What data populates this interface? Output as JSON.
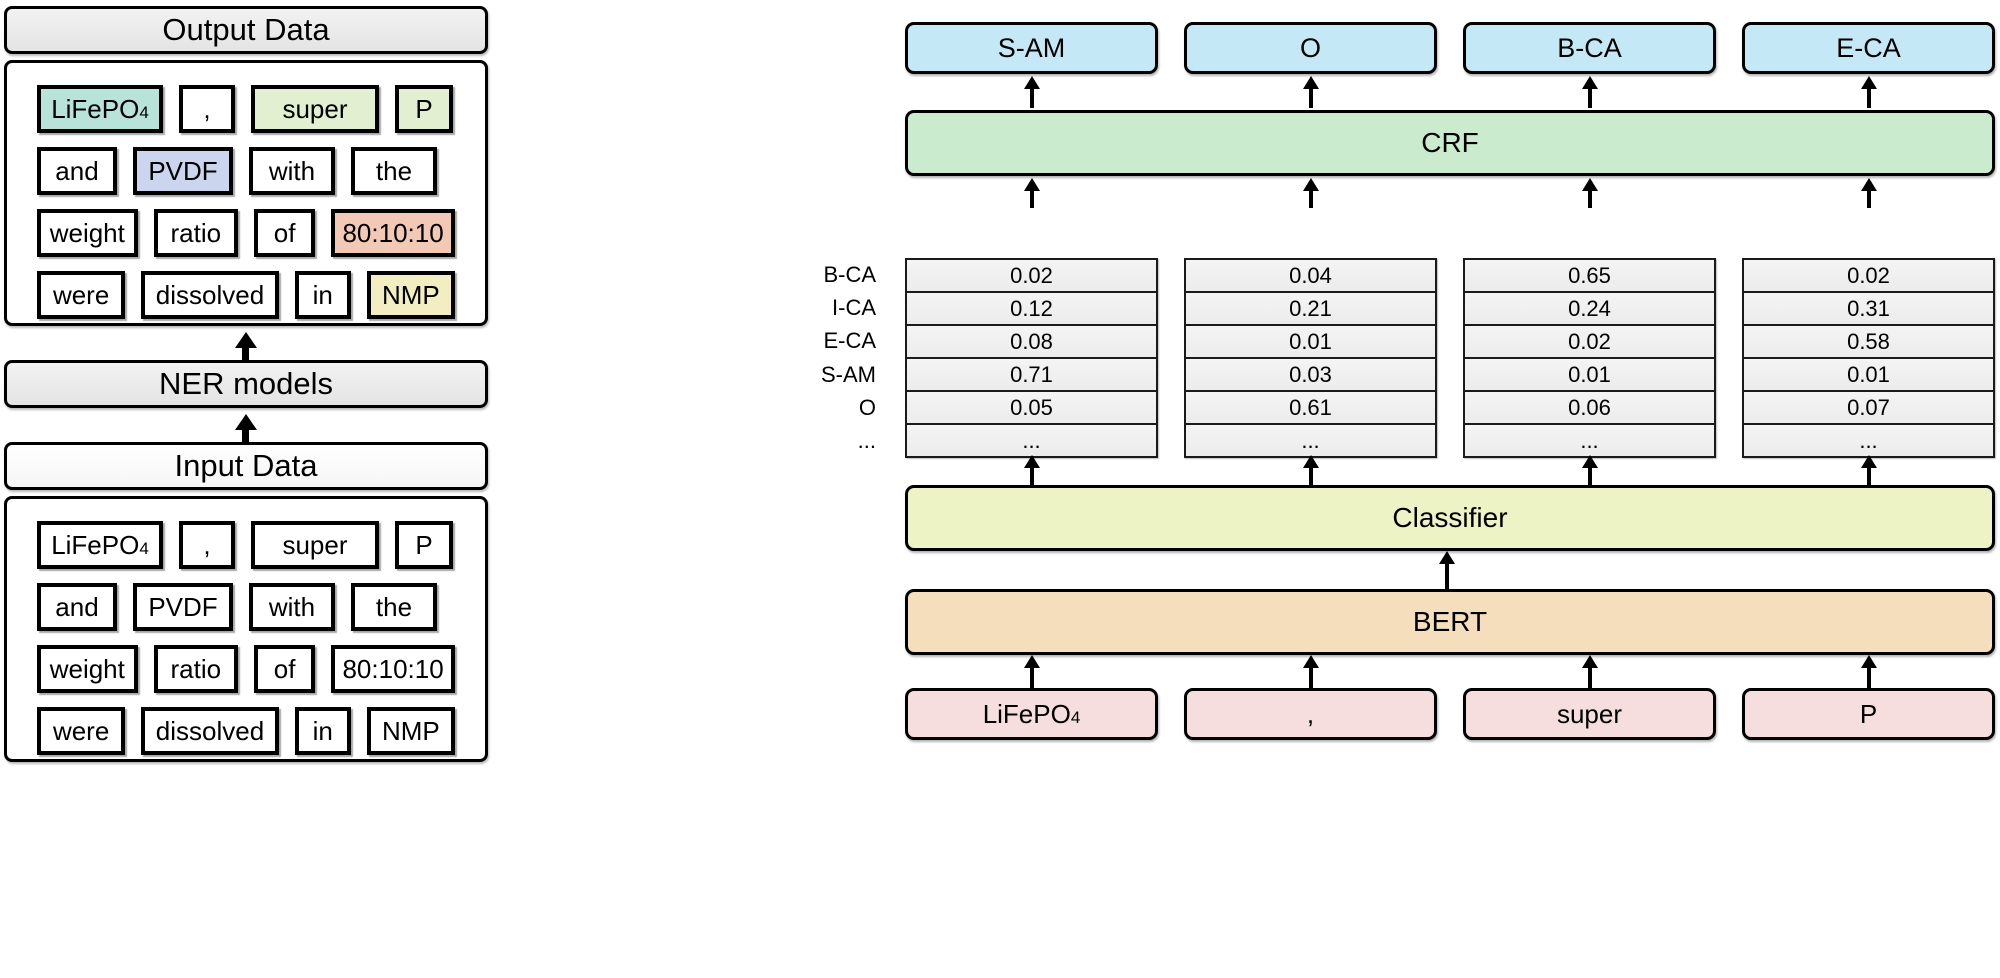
{
  "left_pipeline": {
    "output_header": "Output Data",
    "models_box": "NER models",
    "input_header": "Input Data",
    "output_tokens": [
      [
        {
          "text": "LiFePO",
          "sub": "4",
          "color": "#b8e3d9",
          "width": 126
        },
        {
          "text": ",",
          "sub": "",
          "color": "",
          "width": 56
        },
        {
          "text": "super",
          "sub": "",
          "color": "#e2f0d1",
          "width": 128
        },
        {
          "text": "P",
          "sub": "",
          "color": "#e2f0d1",
          "width": 58
        }
      ],
      [
        {
          "text": "and",
          "sub": "",
          "color": "",
          "width": 80
        },
        {
          "text": "PVDF",
          "sub": "",
          "color": "#ccd5ee",
          "width": 100
        },
        {
          "text": "with",
          "sub": "",
          "color": "",
          "width": 86
        },
        {
          "text": "the",
          "sub": "",
          "color": "",
          "width": 86
        }
      ],
      [
        {
          "text": "weight",
          "sub": "",
          "color": "",
          "width": 110
        },
        {
          "text": "ratio",
          "sub": "",
          "color": "",
          "width": 92
        },
        {
          "text": "of",
          "sub": "",
          "color": "",
          "width": 66
        },
        {
          "text": "80:10:10",
          "sub": "",
          "color": "#f2c9b4",
          "width": 136
        }
      ],
      [
        {
          "text": "were",
          "sub": "",
          "color": "",
          "width": 92
        },
        {
          "text": "dissolved",
          "sub": "",
          "color": "",
          "width": 144
        },
        {
          "text": "in",
          "sub": "",
          "color": "",
          "width": 58
        },
        {
          "text": "NMP",
          "sub": "",
          "color": "#f2eec2",
          "width": 92
        }
      ]
    ],
    "input_tokens": [
      [
        {
          "text": "LiFePO",
          "sub": "4",
          "color": "",
          "width": 126
        },
        {
          "text": ",",
          "sub": "",
          "color": "",
          "width": 56
        },
        {
          "text": "super",
          "sub": "",
          "color": "",
          "width": 128
        },
        {
          "text": "P",
          "sub": "",
          "color": "",
          "width": 58
        }
      ],
      [
        {
          "text": "and",
          "sub": "",
          "color": "",
          "width": 80
        },
        {
          "text": "PVDF",
          "sub": "",
          "color": "",
          "width": 100
        },
        {
          "text": "with",
          "sub": "",
          "color": "",
          "width": 86
        },
        {
          "text": "the",
          "sub": "",
          "color": "",
          "width": 86
        }
      ],
      [
        {
          "text": "weight",
          "sub": "",
          "color": "",
          "width": 110
        },
        {
          "text": "ratio",
          "sub": "",
          "color": "",
          "width": 92
        },
        {
          "text": "of",
          "sub": "",
          "color": "",
          "width": 66
        },
        {
          "text": "80:10:10",
          "sub": "",
          "color": "",
          "width": 136
        }
      ],
      [
        {
          "text": "were",
          "sub": "",
          "color": "",
          "width": 92
        },
        {
          "text": "dissolved",
          "sub": "",
          "color": "",
          "width": 144
        },
        {
          "text": "in",
          "sub": "",
          "color": "",
          "width": 58
        },
        {
          "text": "NMP",
          "sub": "",
          "color": "",
          "width": 92
        }
      ]
    ]
  },
  "right_model": {
    "predicted_tags": [
      "S-AM",
      "O",
      "B-CA",
      "E-CA"
    ],
    "crf_label": "CRF",
    "classifier_label": "Classifier",
    "bert_label": "BERT",
    "input_words": [
      {
        "text": "LiFePO",
        "sub": "4"
      },
      {
        "text": ",",
        "sub": ""
      },
      {
        "text": "super",
        "sub": ""
      },
      {
        "text": "P",
        "sub": ""
      }
    ],
    "colors": {
      "tag": "#c4e8f5",
      "crf": "#cbebce",
      "classifier": "#eef3c6",
      "bert": "#f5debb",
      "word": "#f7dede"
    }
  },
  "chart_data": {
    "type": "heatmap",
    "title": "",
    "xlabel": "",
    "ylabel": "",
    "row_labels": [
      "B-CA",
      "I-CA",
      "E-CA",
      "S-AM",
      "O",
      "..."
    ],
    "column_labels": [
      "LiFePO4",
      ",",
      "super",
      "P"
    ],
    "columns": [
      {
        "name": "LiFePO4",
        "values": [
          "0.02",
          "0.12",
          "0.08",
          "0.71",
          "0.05",
          "..."
        ]
      },
      {
        "name": ",",
        "values": [
          "0.04",
          "0.21",
          "0.01",
          "0.03",
          "0.61",
          "..."
        ]
      },
      {
        "name": "super",
        "values": [
          "0.65",
          "0.24",
          "0.02",
          "0.01",
          "0.06",
          "..."
        ]
      },
      {
        "name": "P",
        "values": [
          "0.02",
          "0.31",
          "0.58",
          "0.01",
          "0.07",
          "..."
        ]
      }
    ]
  }
}
